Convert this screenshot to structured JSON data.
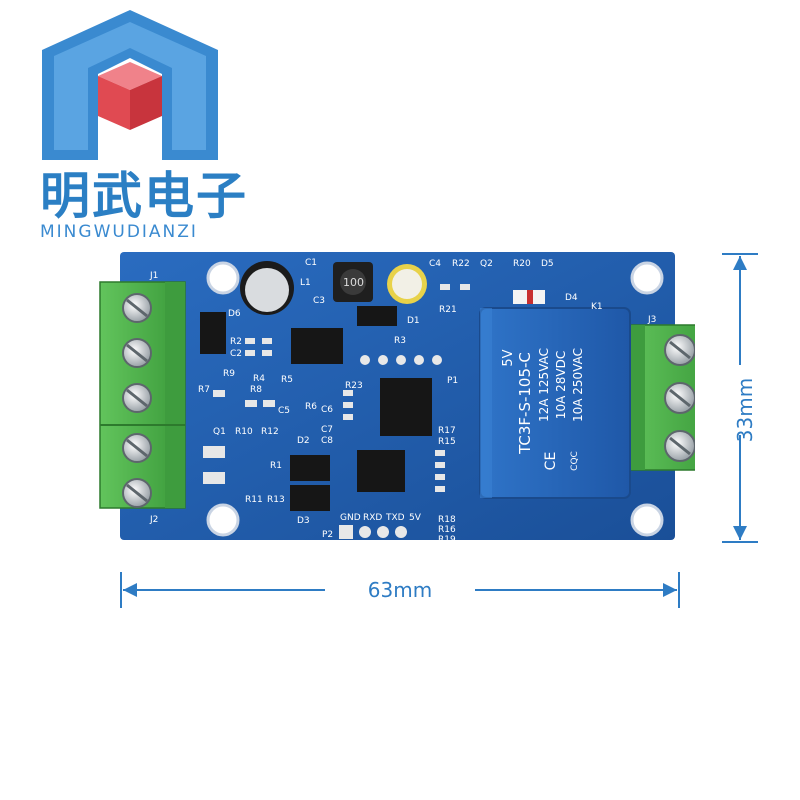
{
  "brand": {
    "name_cn": "明武电子",
    "name_en": "MINGWUDIANZI",
    "logo_icon": "house-cube-logo-icon",
    "primary_color": "#2b7fc4",
    "accent_color": "#e04a52"
  },
  "dimensions": {
    "width_label": "63mm",
    "height_label": "33mm"
  },
  "board": {
    "pcb_color": "#1f5fb0",
    "terminal_color": "#4db14a",
    "relay_color": "#2463b4",
    "relay": {
      "model": "TC3F-S-105-C",
      "coil": "5V",
      "rating_1": "12A 125VAC",
      "rating_2": "10A 28VDC",
      "rating_3": "10A 250VAC",
      "ce": "CE",
      "cqc": "CQC",
      "ref": "K1"
    },
    "terminals": [
      "J1",
      "J2",
      "J3"
    ],
    "header": {
      "ref": "P2",
      "pins": [
        "GND",
        "RXD",
        "TXD",
        "5V"
      ]
    },
    "header_p1": "P1",
    "silk": {
      "c1": "C1",
      "l1": "L1",
      "c3": "C3",
      "c4": "C4",
      "r22": "R22",
      "q2": "Q2",
      "r20": "R20",
      "d5": "D5",
      "d4": "D4",
      "r21": "R21",
      "d6": "D6",
      "r2": "R2",
      "c2": "C2",
      "r9": "R9",
      "r7": "R7",
      "r8": "R8",
      "r4": "R4",
      "r5": "R5",
      "r6": "R6",
      "d1": "D1",
      "r3": "R3",
      "r23": "R23",
      "c5": "C5",
      "c6": "C6",
      "c7": "C7",
      "c8": "C8",
      "q1": "Q1",
      "r10": "R10",
      "r12": "R12",
      "d2": "D2",
      "r1": "R1",
      "r11": "R11",
      "r13": "R13",
      "d3": "D3",
      "r17": "R17",
      "r15": "R15",
      "r18": "R18",
      "r16": "R16",
      "r19": "R19",
      "ind_val": "100"
    }
  }
}
